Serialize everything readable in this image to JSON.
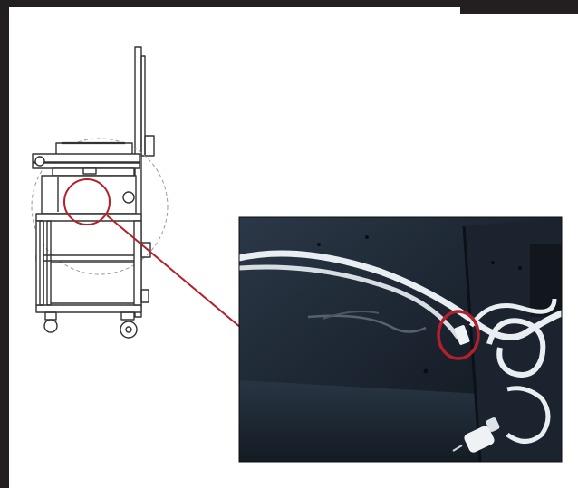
{
  "colors": {
    "frame": "#231f20",
    "callout": "#b3202c",
    "photo_bg": "#1d2733",
    "drawing_line": "#333333",
    "cable": "#e9eef2"
  },
  "icons": {
    "cart": "kitchen-cart-side-view-drawing",
    "photo": "power-cable-plug-photo",
    "highlight": "red-circle-highlight"
  }
}
